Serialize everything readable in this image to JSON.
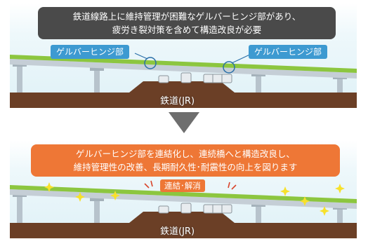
{
  "top": {
    "callout_line1": "鉄道線路上に維持管理が困難なゲルバーヒンジ部があり、",
    "callout_line2": "疲労き裂対策を含めて構造改良が必要",
    "hinge_label_left": "ゲルバーヒンジ部",
    "hinge_label_right": "ゲルバーヒンジ部",
    "railway_label": "鉄道(JR)"
  },
  "bottom": {
    "callout_line1": "ゲルバーヒンジ部を連結化し、連続橋へと構造改良し、",
    "callout_line2": "維持管理性の改善、長期耐久性･耐震性の向上を図ります",
    "connect_label": "連結･解消",
    "railway_label": "鉄道(JR)"
  },
  "colors": {
    "callout_dark": "#4a4a4a",
    "callout_orange": "#ee7736",
    "hinge_tag": "#3d9ad1",
    "deck_green": "#8cc63f",
    "ground_brown": "#6b3f26",
    "arrow_gray": "#6e6e6e"
  }
}
